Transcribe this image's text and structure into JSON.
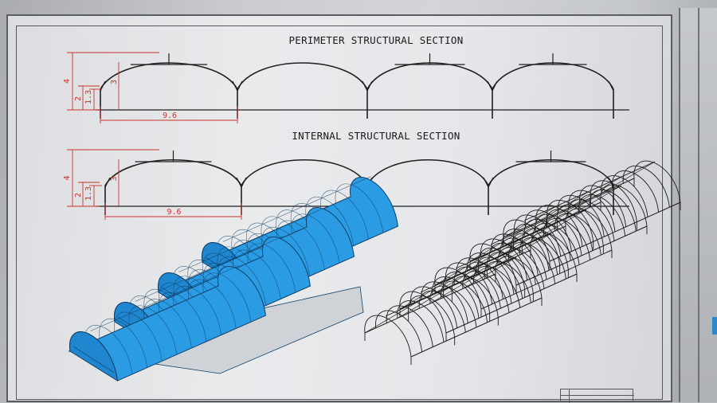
{
  "sections": {
    "perimeter": {
      "title": "PERIMETER STRUCTURAL SECTION",
      "dims": {
        "total_height": "4",
        "wall_height": "2",
        "gutter_height": "1.3",
        "arch_rise": "3",
        "span": "9.6"
      }
    },
    "internal": {
      "title": "INTERNAL STRUCTURAL SECTION",
      "dims": {
        "total_height": "4",
        "wall_height": "2",
        "gutter_height": "1.3",
        "arch_rise": "3",
        "span": "9.6"
      }
    }
  },
  "views": {
    "covered": {
      "fill_color": "#2b9be3",
      "edge_color": "#0d3f66",
      "side_color": "#cfd3d8"
    },
    "frame": {
      "line_color": "#1b1b1b"
    }
  },
  "colors": {
    "dimension": "#c8332c",
    "linework": "#1f1f1f"
  }
}
